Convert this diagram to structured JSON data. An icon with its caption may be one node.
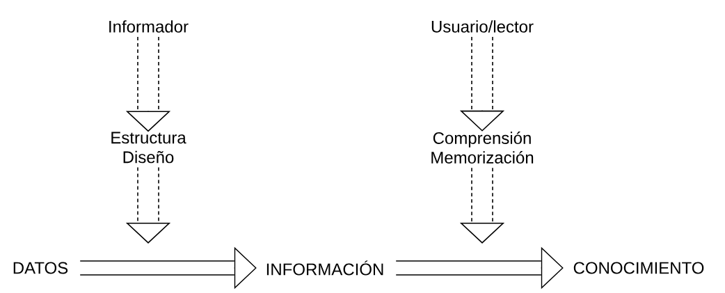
{
  "diagram": {
    "nodes": [
      {
        "text": [
          "Informador"
        ]
      },
      {
        "text": [
          "Estructura Diseño"
        ]
      },
      {
        "text": [
          "Usuario/lector"
        ]
      },
      {
        "text": [
          "Comprensión Memorización"
        ]
      },
      {
        "text": [
          "DATOS"
        ]
      },
      {
        "text": [
          "INFORMACIÓN"
        ]
      },
      {
        "text": [
          "CONOCIMIENTO"
        ]
      }
    ],
    "edges": [
      {
        "from": 0,
        "to": 1,
        "arrow": "to",
        "style": "dashed"
      },
      {
        "from": 1,
        "to": null,
        "arrow": "to",
        "style": "dashed"
      },
      {
        "from": 2,
        "to": 3,
        "arrow": "to",
        "style": "dashed"
      },
      {
        "from": 3,
        "to": null,
        "arrow": "to",
        "style": "dashed"
      },
      {
        "from": 4,
        "to": 5,
        "arrow": "to"
      },
      {
        "from": 5,
        "to": 6,
        "arrow": "to"
      }
    ]
  }
}
